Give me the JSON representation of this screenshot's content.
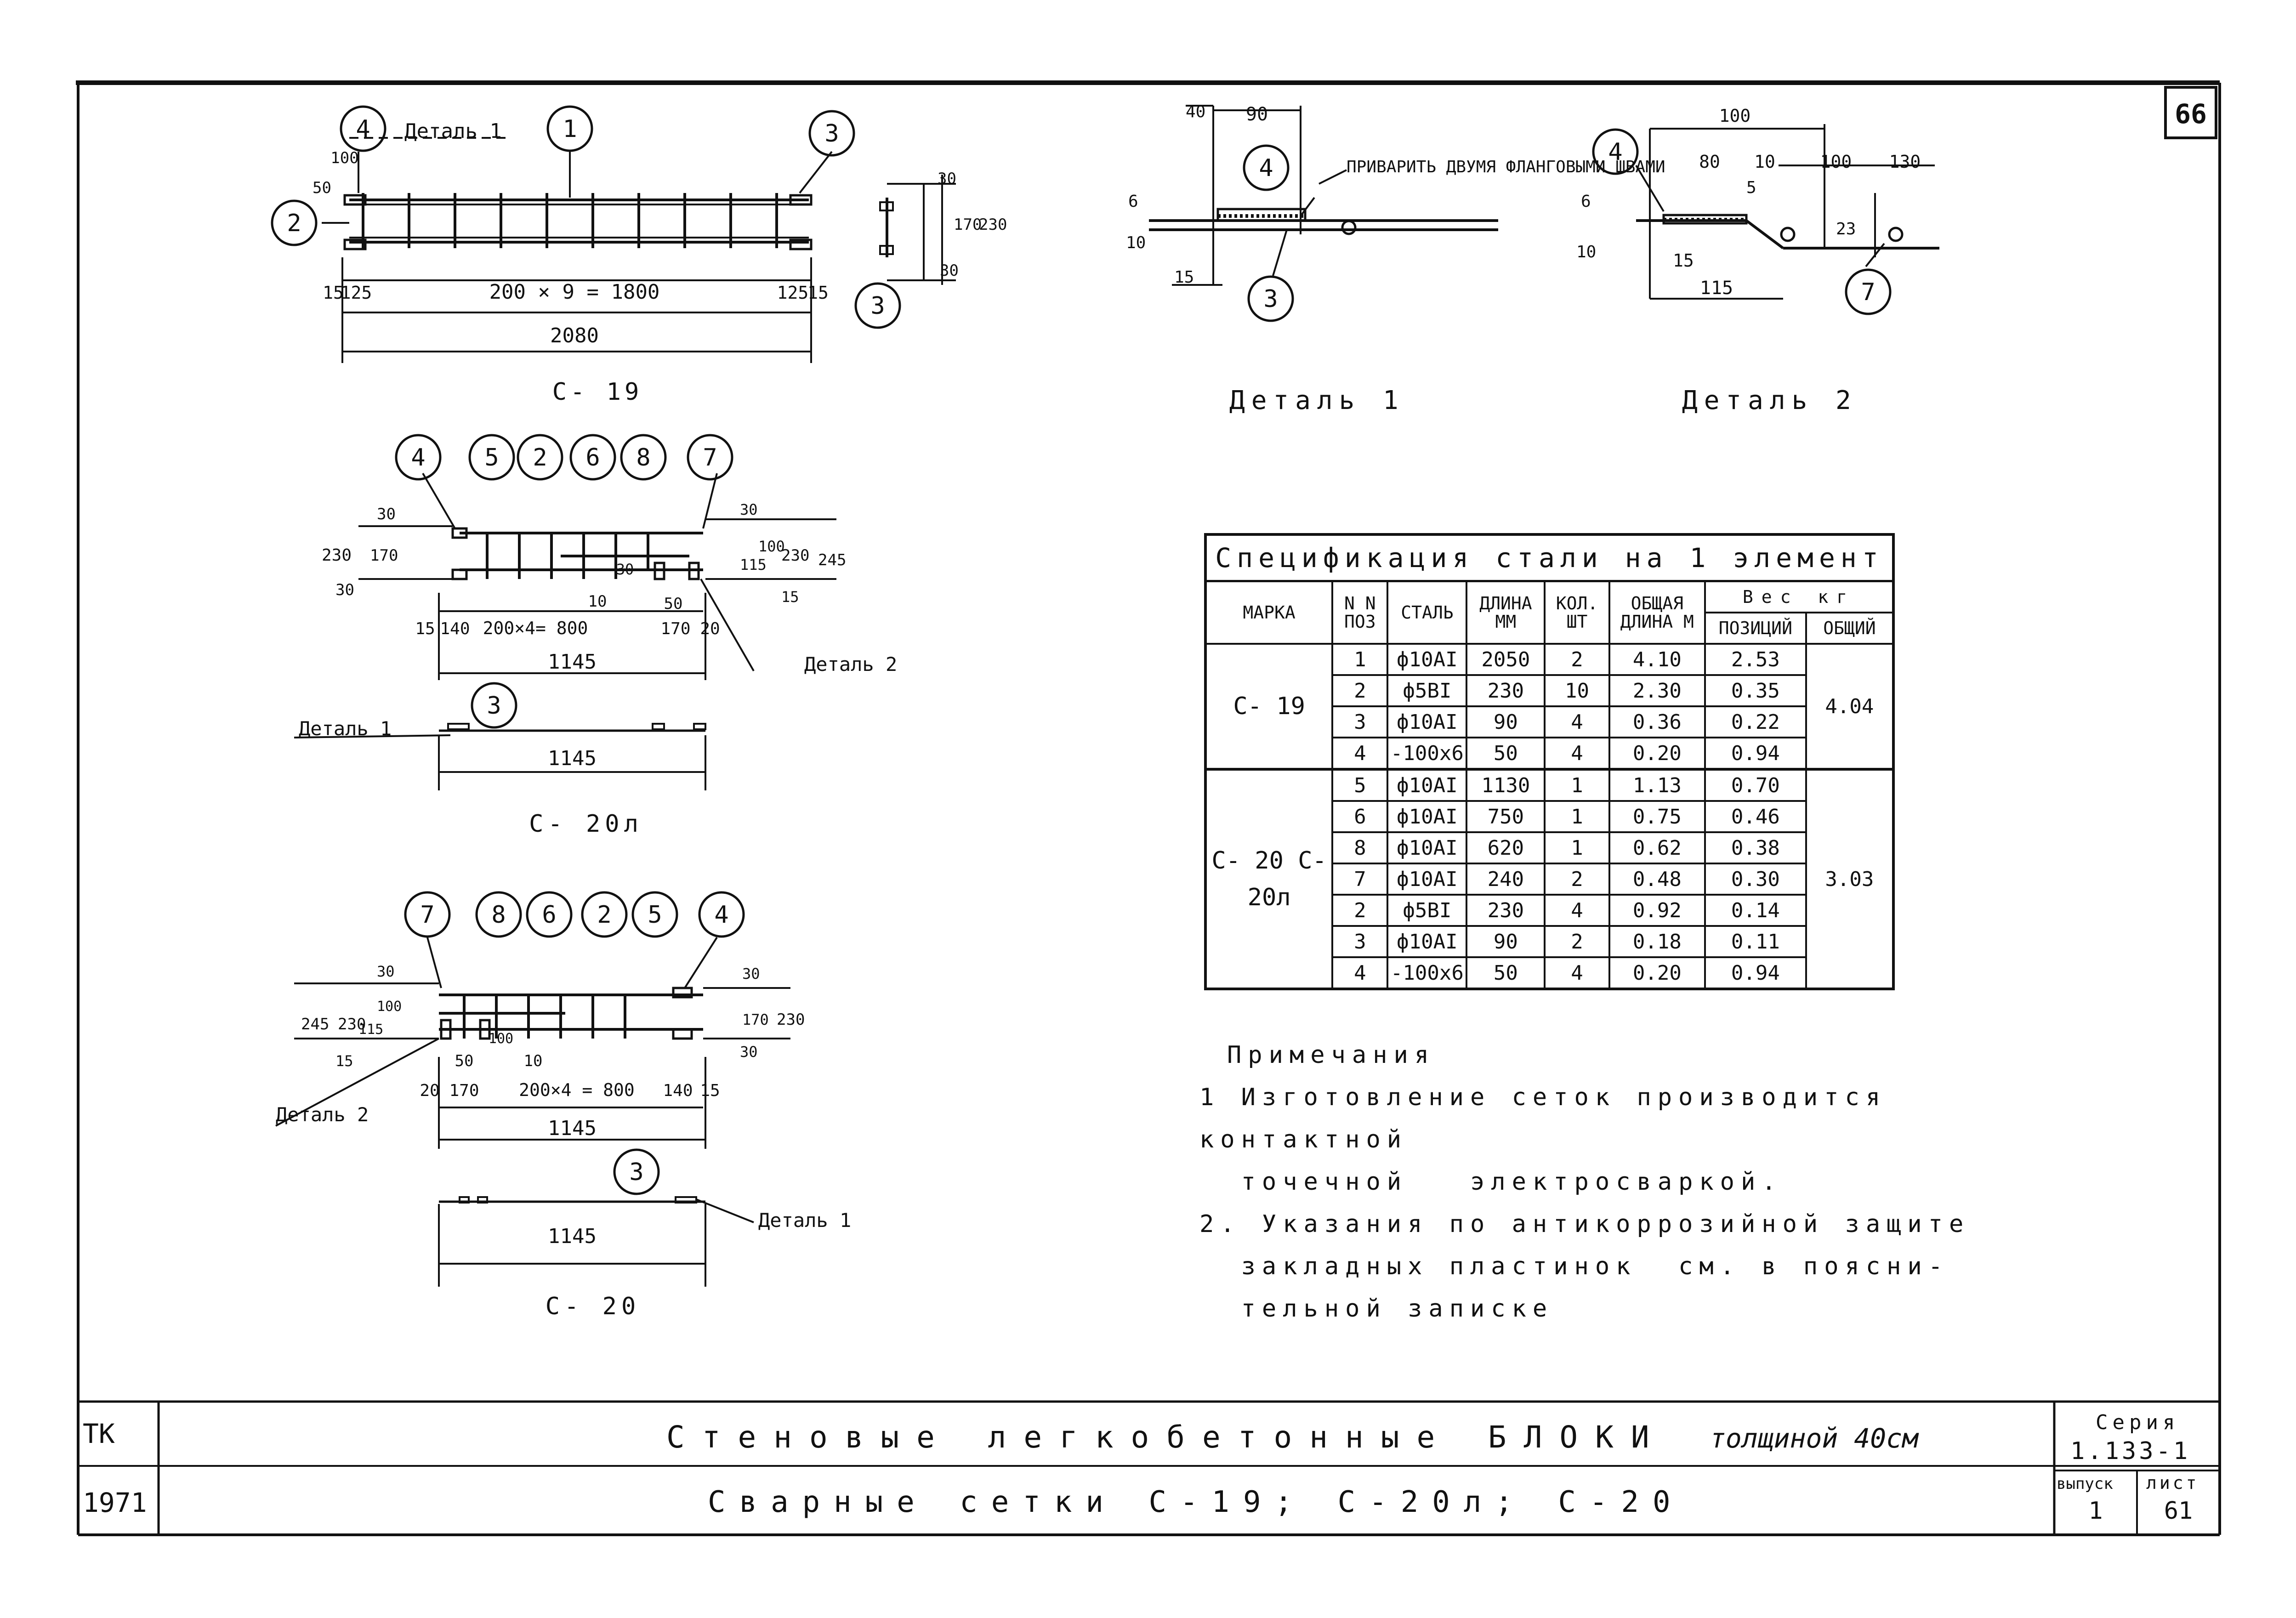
{
  "sheet": {
    "stamp": "66"
  },
  "left_drawings": {
    "c19": {
      "label": "С- 19",
      "detail_label": "Деталь 1",
      "positions": [
        "4",
        "1",
        "3",
        "2",
        "3"
      ],
      "dims": {
        "d100": "100",
        "d50": "50",
        "d15a": "15",
        "d125a": "125",
        "span": "200 × 9 = 1800",
        "d125b": "125",
        "d15b": "15",
        "total": "2080",
        "v30": "30",
        "v170": "170",
        "v230": "230",
        "v30b": "30"
      }
    },
    "c20l": {
      "label": "С- 20л",
      "detail1_label": "Деталь 1",
      "detail2_label": "Деталь 2",
      "positions": [
        "4",
        "5",
        "2",
        "6",
        "8",
        "7",
        "3"
      ],
      "dims": {
        "v230": "230",
        "v30a": "30",
        "v170": "170",
        "v30b": "30",
        "d15": "15",
        "d140": "140",
        "span": "200×4= 800",
        "d10": "10",
        "d30": "30",
        "d50": "50",
        "d170": "170",
        "d20": "20",
        "total": "1145",
        "r30": "30",
        "r115": "115",
        "r100": "100",
        "r230": "230",
        "r245": "245",
        "r15": "15",
        "total2": "1145"
      }
    },
    "c20": {
      "label": "С- 20",
      "detail1_label": "Деталь 1",
      "detail2_label": "Деталь 2",
      "positions": [
        "7",
        "8",
        "6",
        "2",
        "5",
        "4",
        "3"
      ],
      "dims": {
        "v245": "245",
        "v230": "230",
        "v30": "30",
        "v115": "115",
        "v100": "100",
        "v15": "15",
        "d20": "20",
        "d170": "170",
        "span": "200×4 = 800",
        "d140": "140",
        "d15": "15",
        "d50": "50",
        "d100": "100",
        "d10": "10",
        "total": "1145",
        "r30": "30",
        "r170": "170",
        "r230": "230",
        "r30b": "30",
        "total2": "1145"
      }
    }
  },
  "details": {
    "detail1": {
      "label": "Деталь 1",
      "note": "ПРИВАРИТЬ ДВУМЯ ФЛАНГОВЫМИ ШВАМИ",
      "positions": [
        "4",
        "3"
      ],
      "dims": {
        "d40": "40",
        "d90": "90",
        "d6": "6",
        "d10": "10",
        "d15": "15"
      }
    },
    "detail2": {
      "label": "Деталь 2",
      "positions": [
        "4",
        "7"
      ],
      "dims": {
        "d100": "100",
        "d80": "80",
        "d10": "10",
        "d100b": "100",
        "d130": "130",
        "d5": "5",
        "d6": "6",
        "d10v": "10",
        "d15": "15",
        "d23": "23",
        "d115": "115"
      }
    }
  },
  "spec_table": {
    "caption": "Спецификация стали на 1 элемент",
    "headers": {
      "mark": "МАРКА",
      "pos": "N N ПОЗ",
      "steel": "СТАЛЬ",
      "length": "ДЛИНА ММ",
      "qty": "КОЛ. ШТ",
      "total_length": "ОБЩАЯ ДЛИНА М",
      "weight": "Вес кг",
      "weight_pos": "ПОЗИЦИЙ",
      "weight_total": "ОБЩИЙ"
    },
    "groups": [
      {
        "mark": "С- 19",
        "total": "4.04",
        "rows": [
          [
            "1",
            "ф10AI",
            "2050",
            "2",
            "4.10",
            "2.53"
          ],
          [
            "2",
            "ф5BI",
            "230",
            "10",
            "2.30",
            "0.35"
          ],
          [
            "3",
            "ф10AI",
            "90",
            "4",
            "0.36",
            "0.22"
          ],
          [
            "4",
            "-100x6",
            "50",
            "4",
            "0.20",
            "0.94"
          ]
        ]
      },
      {
        "mark": "С- 20 С- 20л",
        "total": "3.03",
        "rows": [
          [
            "5",
            "ф10AI",
            "1130",
            "1",
            "1.13",
            "0.70"
          ],
          [
            "6",
            "ф10AI",
            "750",
            "1",
            "0.75",
            "0.46"
          ],
          [
            "8",
            "ф10AI",
            "620",
            "1",
            "0.62",
            "0.38"
          ],
          [
            "7",
            "ф10AI",
            "240",
            "2",
            "0.48",
            "0.30"
          ],
          [
            "2",
            "ф5BI",
            "230",
            "4",
            "0.92",
            "0.14"
          ],
          [
            "3",
            "ф10AI",
            "90",
            "2",
            "0.18",
            "0.11"
          ],
          [
            "4",
            "-100x6",
            "50",
            "4",
            "0.20",
            "0.94"
          ]
        ]
      }
    ]
  },
  "notes": {
    "title": "Примечания",
    "items": [
      "1 Изготовление сеток производится контактной\n  точечной   электросваркой.",
      "2. Указания по антикоррозийной защите\n  закладных пластинок  см. в поясни-\n  тельной записке"
    ]
  },
  "title_block": {
    "org": "ТК",
    "year": "1971",
    "title": "Стеновые легкобетонные БЛОКИ",
    "title_suffix": "толщиной 40см",
    "subtitle": "Сварные сетки С-19; С-20л; С-20",
    "series_label": "Серия",
    "series": "1.133-1",
    "issue_label": "выпуск",
    "issue": "1",
    "sheet_label": "лист",
    "sheet": "61"
  }
}
